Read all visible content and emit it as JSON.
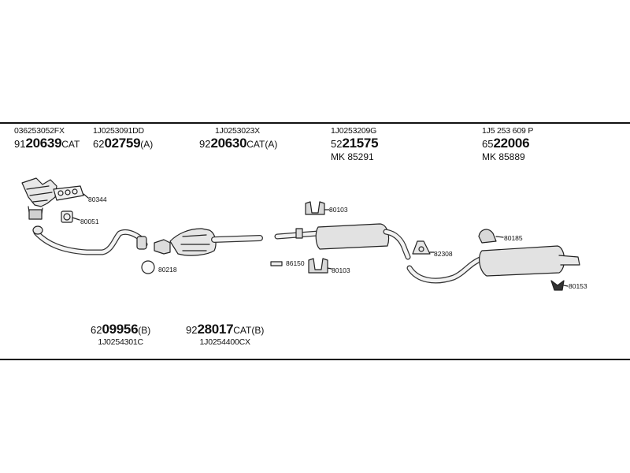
{
  "top_parts": [
    {
      "oe": "036253052FX",
      "prefix": "91",
      "number": "20639",
      "suffix": "CAT"
    },
    {
      "oe": "1J0253091DD",
      "prefix": "62",
      "number": "02759",
      "suffix": "(A)"
    },
    {
      "oe": "1J0253023X",
      "prefix": "92",
      "number": "20630",
      "suffix": "CAT(A)"
    },
    {
      "oe": "1J0253209G",
      "prefix": "52",
      "number": "21575",
      "suffix": "",
      "mk": "MK  85291"
    },
    {
      "oe": "1J5 253 609 P",
      "prefix": "65",
      "number": "22006",
      "suffix": "",
      "mk": "MK  85889"
    }
  ],
  "bottom_parts": [
    {
      "prefix": "62",
      "number": "09956",
      "suffix": "(B)",
      "oe": "1J0254301C"
    },
    {
      "prefix": "92",
      "number": "28017",
      "suffix": "CAT(B)",
      "oe": "1J0254400CX"
    }
  ],
  "callouts": {
    "c80344": "80344",
    "c80051": "80051",
    "c80218": "80218",
    "c80103a": "80103",
    "c86150": "86150",
    "c80103b": "80103",
    "c82308": "82308",
    "c80185": "80185",
    "c80153": "80153"
  }
}
